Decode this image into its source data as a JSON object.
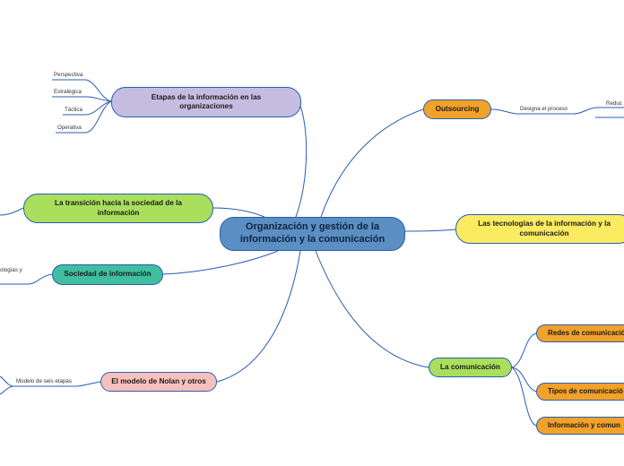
{
  "central": "Organización y gestión de la información y la comunicación",
  "left_nodes": {
    "etapas": {
      "label": "Etapas de la información en las organizaciones",
      "children": [
        "Perspectiva",
        "Estratégica",
        "Táctica",
        "Operativa"
      ]
    },
    "transicion": {
      "label": "La transición hacia la sociedad de la información"
    },
    "sociedad": {
      "label": "Sociedad de información",
      "children": [
        "ologías y"
      ]
    },
    "nolan": {
      "label": "El modelo de Nolan y otros",
      "children": [
        "Modelo de seis etapas"
      ]
    }
  },
  "right_nodes": {
    "outsourcing": {
      "label": "Outsourcing",
      "children": [
        "Designa el proceso"
      ],
      "grandchildren": [
        "Reduc"
      ]
    },
    "tecnologias": {
      "label": "Las tecnologías de la información y la comunicación"
    },
    "comunicacion": {
      "label": "La comunicación",
      "children": [
        "Redes de comunicació",
        "Tipos de comunicació",
        "Información y comun"
      ]
    }
  },
  "colors": {
    "central": "#5b8fc4",
    "etapas": "#c4bde0",
    "transicion": "#a9df5c",
    "sociedad": "#3fbfa0",
    "nolan": "#f8c0bd",
    "outsourcing": "#f1a22b",
    "tecnologias": "#fbeb60",
    "comunicacion": "#a9df5c",
    "sub_orange": "#f1a22b",
    "line": "#2a5db0"
  }
}
